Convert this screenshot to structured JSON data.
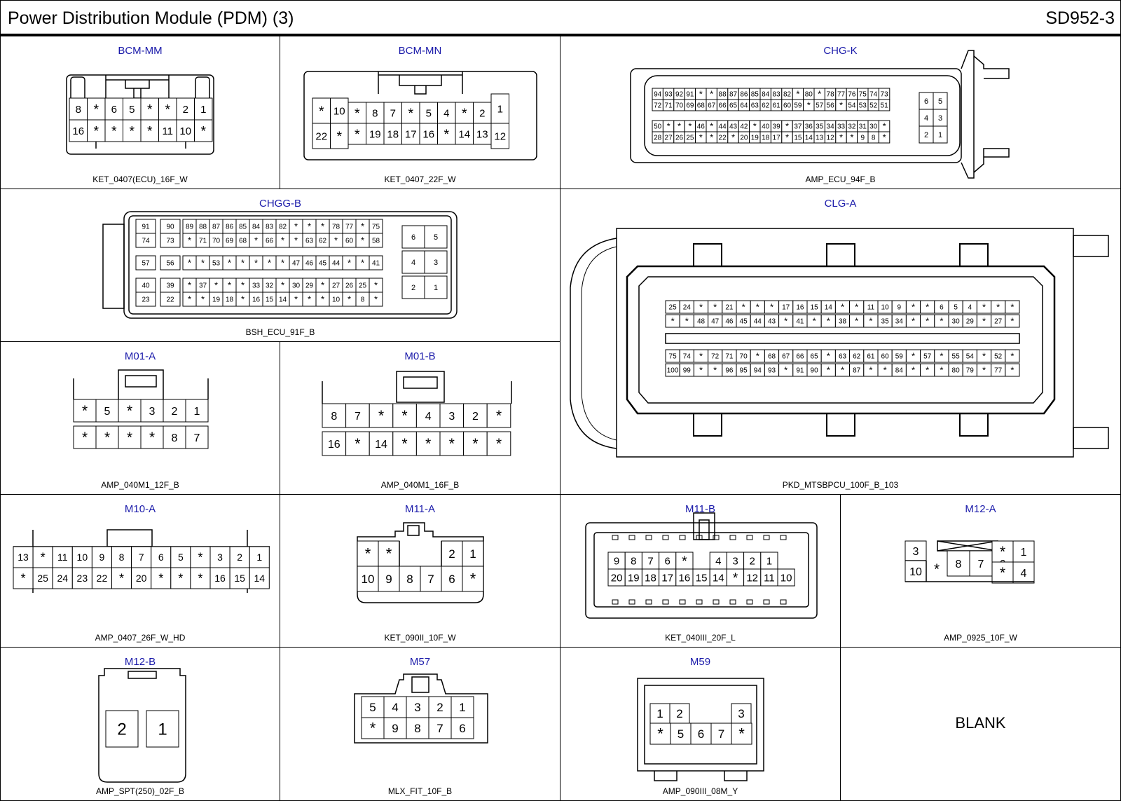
{
  "header": {
    "title": "Power Distribution Module (PDM) (3)",
    "code": "SD952-3"
  },
  "blank_label": "BLANK",
  "connectors": [
    {
      "id": "BCM-MM",
      "part": "KET_0407(ECU)_16F_W",
      "rows": [
        [
          "8",
          "*",
          "6",
          "5",
          "*",
          "*",
          "2",
          "1"
        ],
        [
          "16",
          "*",
          "*",
          "*",
          "*",
          "11",
          "10",
          "*"
        ]
      ]
    },
    {
      "id": "BCM-MN",
      "part": "KET_0407_22F_W",
      "rows": [
        [
          "*",
          "10",
          "*",
          "8",
          "7",
          "*",
          "5",
          "4",
          "*",
          "2",
          "1"
        ],
        [
          "22",
          "*",
          "*",
          "19",
          "18",
          "17",
          "16",
          "*",
          "14",
          "13",
          "12"
        ]
      ]
    },
    {
      "id": "CHG-K",
      "part": "AMP_ECU_94F_B",
      "rows": [
        [
          "94",
          "93",
          "92",
          "91",
          "*",
          "*",
          "88",
          "87",
          "86",
          "85",
          "84",
          "83",
          "82",
          "*",
          "80",
          "*",
          "78",
          "77",
          "76",
          "75",
          "74",
          "73"
        ],
        [
          "72",
          "71",
          "70",
          "69",
          "68",
          "67",
          "66",
          "65",
          "64",
          "63",
          "62",
          "61",
          "60",
          "59",
          "*",
          "57",
          "56",
          "*",
          "54",
          "53",
          "52",
          "51"
        ],
        [
          "50",
          "*",
          "*",
          "*",
          "46",
          "*",
          "44",
          "43",
          "42",
          "*",
          "40",
          "39",
          "*",
          "37",
          "36",
          "35",
          "34",
          "33",
          "32",
          "31",
          "30",
          "*"
        ],
        [
          "28",
          "27",
          "26",
          "25",
          "*",
          "*",
          "22",
          "*",
          "20",
          "19",
          "18",
          "17",
          "*",
          "15",
          "14",
          "13",
          "12",
          "*",
          "*",
          "9",
          "8",
          "*"
        ]
      ],
      "side": [
        [
          "6",
          "5"
        ],
        [
          "4",
          "3"
        ],
        [
          "2",
          "1"
        ]
      ]
    },
    {
      "id": "CHGG-B",
      "part": "BSH_ECU_91F_B",
      "rows": [
        [
          "91",
          "90",
          "89",
          "88",
          "87",
          "86",
          "85",
          "84",
          "83",
          "82",
          "*",
          "*",
          "*",
          "78",
          "77",
          "*",
          "75"
        ],
        [
          "74",
          "73",
          "*",
          "71",
          "70",
          "69",
          "68",
          "*",
          "66",
          "*",
          "*",
          "63",
          "62",
          "*",
          "60",
          "*",
          "58"
        ],
        [
          "57",
          "56",
          "*",
          "*",
          "53",
          "*",
          "*",
          "*",
          "*",
          "*",
          "47",
          "46",
          "45",
          "44",
          "*",
          "*",
          "41"
        ],
        [
          "40",
          "39",
          "*",
          "37",
          "*",
          "*",
          "*",
          "33",
          "32",
          "*",
          "30",
          "29",
          "*",
          "27",
          "26",
          "25",
          "*"
        ],
        [
          "23",
          "22",
          "*",
          "*",
          "19",
          "18",
          "*",
          "16",
          "15",
          "14",
          "*",
          "*",
          "*",
          "10",
          "*",
          "8",
          "*"
        ]
      ],
      "side": [
        [
          "6",
          "5"
        ],
        [
          "4",
          "3"
        ],
        [
          "2",
          "1"
        ]
      ]
    },
    {
      "id": "CLG-A",
      "part": "PKD_MTSBPCU_100F_B_103",
      "rows": [
        [
          "25",
          "24",
          "*",
          "*",
          "21",
          "*",
          "*",
          "*",
          "17",
          "16",
          "15",
          "14",
          "*",
          "*",
          "11",
          "10",
          "9",
          "*",
          "*",
          "6",
          "5",
          "4",
          "*",
          "*",
          "*"
        ],
        [
          "*",
          "*",
          "48",
          "47",
          "46",
          "45",
          "44",
          "43",
          "*",
          "41",
          "*",
          "*",
          "38",
          "*",
          "*",
          "35",
          "34",
          "*",
          "*",
          "*",
          "30",
          "29",
          "*",
          "27",
          "*"
        ],
        [
          "75",
          "74",
          "*",
          "72",
          "71",
          "70",
          "*",
          "68",
          "67",
          "66",
          "65",
          "*",
          "63",
          "62",
          "61",
          "60",
          "59",
          "*",
          "57",
          "*",
          "55",
          "54",
          "*",
          "52",
          "*"
        ],
        [
          "100",
          "99",
          "*",
          "*",
          "96",
          "95",
          "94",
          "93",
          "*",
          "91",
          "90",
          "*",
          "*",
          "87",
          "*",
          "*",
          "84",
          "*",
          "*",
          "*",
          "80",
          "79",
          "*",
          "77",
          "*"
        ]
      ]
    },
    {
      "id": "M01-A",
      "part": "AMP_040M1_12F_B",
      "rows": [
        [
          "*",
          "5",
          "*",
          "3",
          "2",
          "1"
        ],
        [
          "*",
          "*",
          "*",
          "*",
          "8",
          "7"
        ]
      ]
    },
    {
      "id": "M01-B",
      "part": "AMP_040M1_16F_B",
      "rows": [
        [
          "8",
          "7",
          "*",
          "*",
          "4",
          "3",
          "2",
          "*"
        ],
        [
          "16",
          "*",
          "14",
          "*",
          "*",
          "*",
          "*",
          "*"
        ]
      ]
    },
    {
      "id": "M10-A",
      "part": "AMP_0407_26F_W_HD",
      "rows": [
        [
          "13",
          "*",
          "11",
          "10",
          "9",
          "8",
          "7",
          "6",
          "5",
          "*",
          "3",
          "2",
          "1"
        ],
        [
          "*",
          "25",
          "24",
          "23",
          "22",
          "*",
          "20",
          "*",
          "*",
          "*",
          "16",
          "15",
          "14"
        ]
      ]
    },
    {
      "id": "M11-A",
      "part": "KET_090II_10F_W",
      "rows": [
        [
          "*",
          "*",
          "",
          "",
          "2",
          "1"
        ],
        [
          "10",
          "9",
          "8",
          "7",
          "6",
          "*"
        ]
      ]
    },
    {
      "id": "M11-B",
      "part": "KET_040III_20F_L",
      "rows": [
        [
          "9",
          "8",
          "7",
          "6",
          "*",
          "",
          "4",
          "3",
          "2",
          "1"
        ],
        [
          "20",
          "19",
          "18",
          "17",
          "16",
          "15",
          "14",
          "*",
          "12",
          "11",
          "10"
        ]
      ]
    },
    {
      "id": "M12-A",
      "part": "AMP_0925_10F_W",
      "rows": [
        [
          "3",
          "*",
          "1"
        ],
        [
          "10",
          "*",
          "8",
          "7",
          "6",
          "*",
          "4"
        ]
      ]
    },
    {
      "id": "M12-B",
      "part": "AMP_SPT(250)_02F_B",
      "rows": [
        [
          "2",
          "1"
        ]
      ]
    },
    {
      "id": "M57",
      "part": "MLX_FIT_10F_B",
      "rows": [
        [
          "5",
          "4",
          "3",
          "2",
          "1"
        ],
        [
          "*",
          "9",
          "8",
          "7",
          "6"
        ]
      ]
    },
    {
      "id": "M59",
      "part": "AMP_090III_08M_Y",
      "rows": [
        [
          "1",
          "2",
          "3"
        ],
        [
          "*",
          "5",
          "6",
          "7",
          "*"
        ]
      ]
    }
  ]
}
